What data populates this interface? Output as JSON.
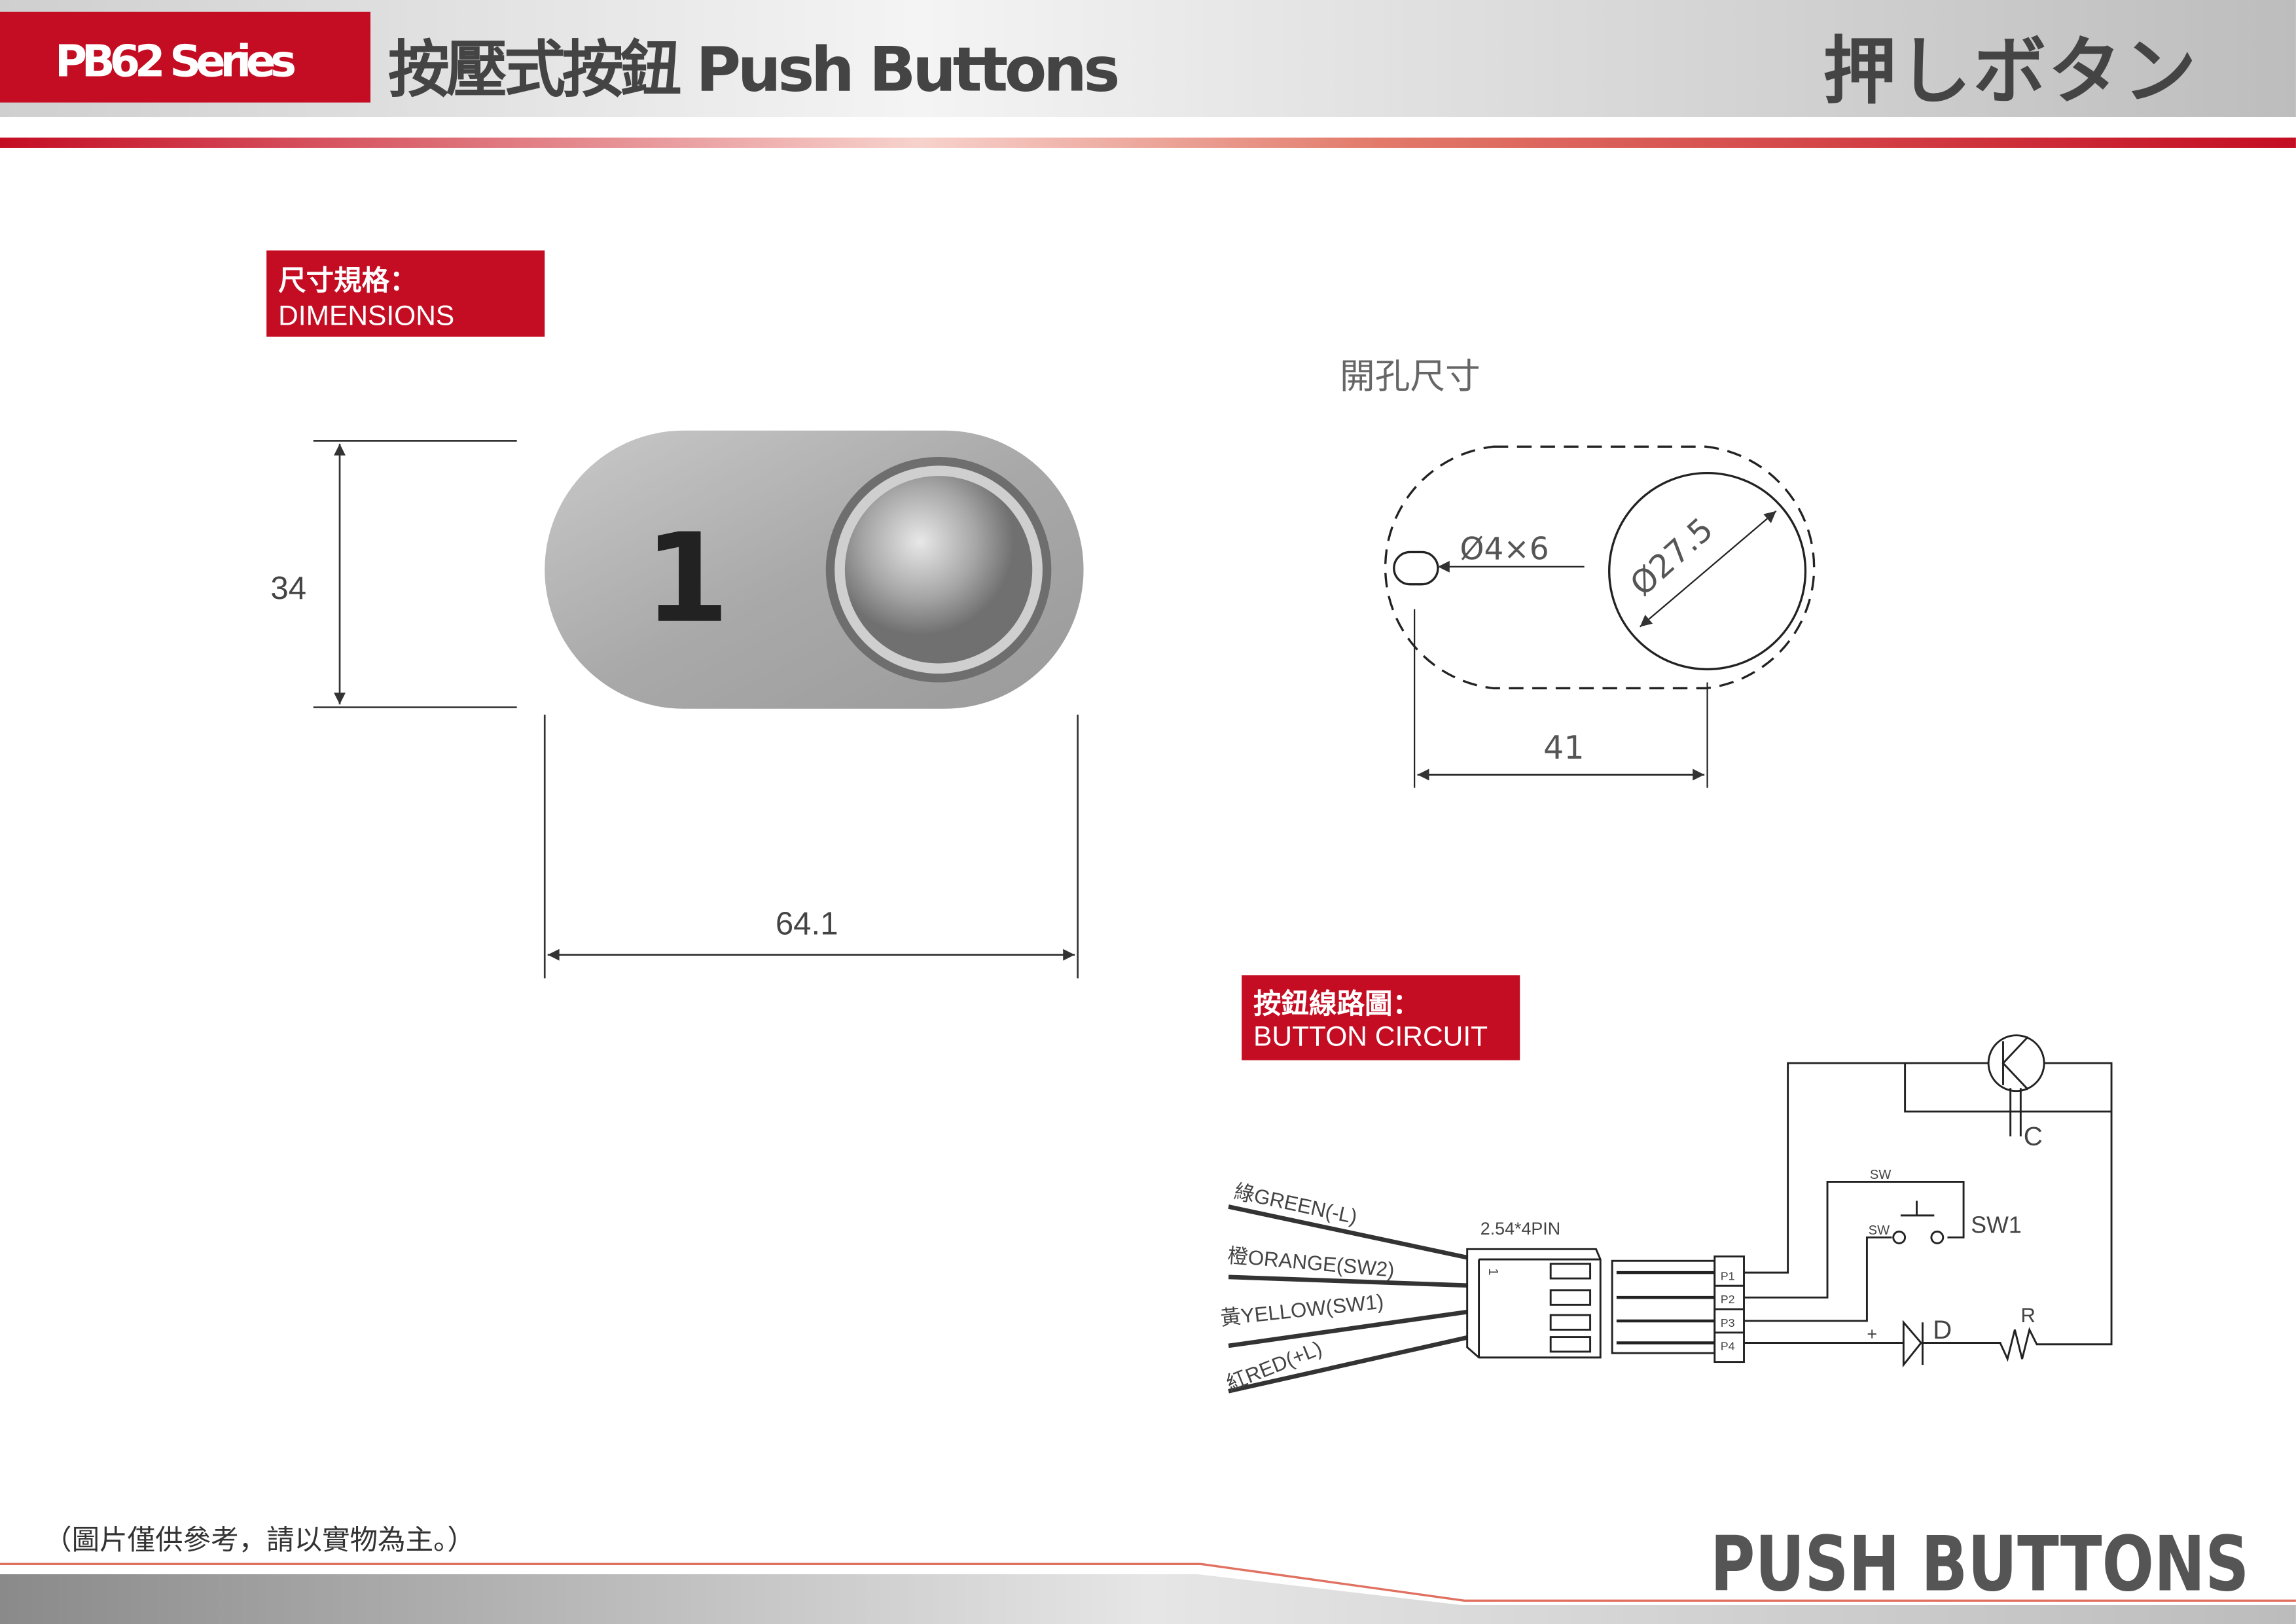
{
  "header": {
    "series": "PB62 Series",
    "title": "按壓式按鈕 Push Buttons",
    "title_jp": "押しボタン"
  },
  "dimensions": {
    "label_zh": "尺寸規格：",
    "label_en": "DIMENSIONS",
    "height": "34",
    "width": "64.1",
    "button_number": "1"
  },
  "cutout": {
    "title": "開孔尺寸",
    "slot": "Ø4×6",
    "hole": "Ø27.5",
    "spacing": "41"
  },
  "circuit": {
    "label_zh": "按鈕線路圖：",
    "label_en": "BUTTON CIRCUIT",
    "connector": "2.54*4PIN",
    "pin_mark": "1",
    "wires": [
      "綠GREEN(-L)",
      "橙ORANGE(SW2)",
      "黃YELLOW(SW1)",
      "紅RED(+L)"
    ],
    "pins": [
      "P1",
      "P2",
      "P3",
      "P4"
    ],
    "sw_top": "SW",
    "sw_left": "SW",
    "switch": "SW1",
    "capacitor": "C",
    "diode": "D",
    "resistor": "R",
    "plus": "+"
  },
  "footer": {
    "note": "（圖片僅供參考，請以實物為主。）",
    "brand": "PUSH BUTTONS"
  },
  "colors": {
    "red": "#c40d23",
    "gray": "#555555"
  }
}
